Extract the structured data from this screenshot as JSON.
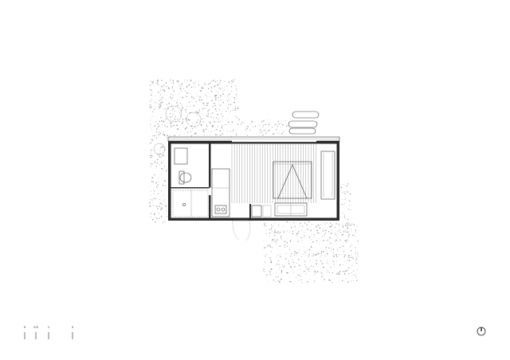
{
  "scale_bar": {
    "labels": [
      "0",
      "0.5",
      "1",
      "3"
    ]
  },
  "north_arrow": {
    "icon": "north-arrow-icon"
  },
  "colors": {
    "ink": "#2b2b2b",
    "vegetation": "#9a9a9a",
    "paper": "#ffffff"
  }
}
